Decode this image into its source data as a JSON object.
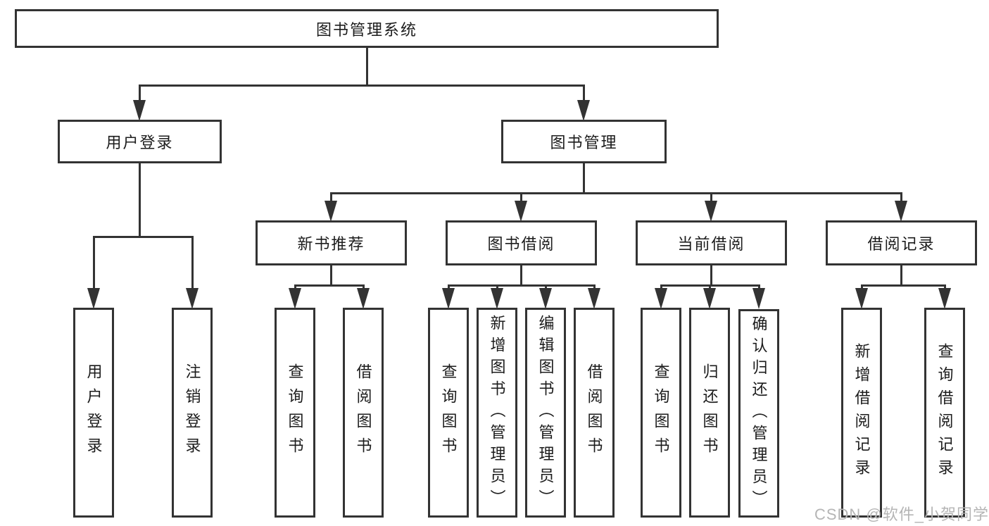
{
  "diagram_type": "tree",
  "nodes": {
    "root": {
      "label": "图书管理系统"
    },
    "user_login": {
      "label": "用户登录"
    },
    "book_management": {
      "label": "图书管理"
    },
    "new_book_recommend": {
      "label": "新书推荐"
    },
    "book_borrowing": {
      "label": "图书借阅"
    },
    "current_borrowing": {
      "label": "当前借阅"
    },
    "borrowing_records": {
      "label": "借阅记录"
    },
    "leaf_user_login": {
      "label": "用户登录"
    },
    "leaf_logout": {
      "label": "注销登录"
    },
    "leaf_nbr_query_books": {
      "label": "查询图书"
    },
    "leaf_nbr_borrow_books": {
      "label": "借阅图书"
    },
    "leaf_bb_query_books": {
      "label": "查询图书"
    },
    "leaf_bb_add_books": {
      "label": "新增图书（管理员）"
    },
    "leaf_bb_edit_books": {
      "label": "编辑图书（管理员）"
    },
    "leaf_bb_borrow_books": {
      "label": "借阅图书"
    },
    "leaf_cb_query_books": {
      "label": "查询图书"
    },
    "leaf_cb_return_books": {
      "label": "归还图书"
    },
    "leaf_cb_confirm_return": {
      "label": "确认归还（管理员）"
    },
    "leaf_br_add_record": {
      "label": "新增借阅记录"
    },
    "leaf_br_query_record": {
      "label": "查询借阅记录"
    }
  },
  "watermark": {
    "text": "CSDN @软件_小贺同学"
  },
  "colors": {
    "line": "#333333",
    "text": "#1c1c1c",
    "watermark": "#b5b5b5",
    "background": "#ffffff"
  }
}
